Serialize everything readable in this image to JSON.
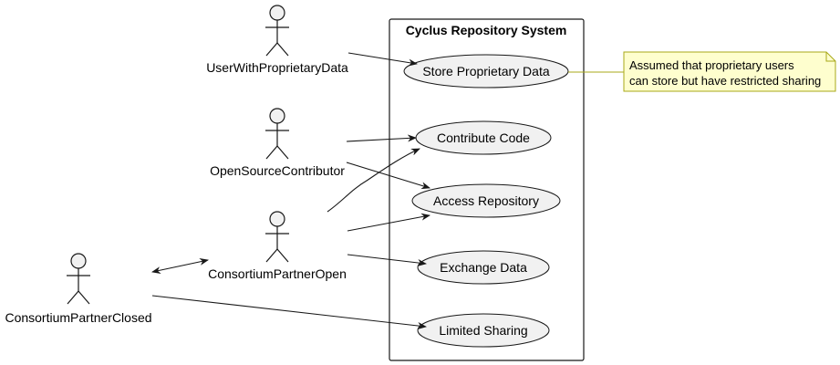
{
  "colors": {
    "actor_fill": "#f1f1f1",
    "usecase_fill": "#f1f1f1",
    "note_fill": "#fefece",
    "note_border": "#a8a818",
    "line": "#181818"
  },
  "system": {
    "title": "Cyclus Repository System"
  },
  "actors": {
    "user_with_proprietary_data": "UserWithProprietaryData",
    "open_source_contributor": "OpenSourceContributor",
    "consortium_partner_open": "ConsortiumPartnerOpen",
    "consortium_partner_closed": "ConsortiumPartnerClosed"
  },
  "usecases": {
    "store_proprietary_data": "Store Proprietary Data",
    "contribute_code": "Contribute Code",
    "access_repository": "Access Repository",
    "exchange_data": "Exchange Data",
    "limited_sharing": "Limited Sharing"
  },
  "note": {
    "line1": "Assumed that proprietary users",
    "line2": "can store but have restricted sharing"
  },
  "relations": [
    {
      "from": "UserWithProprietaryData",
      "to": "Store Proprietary Data"
    },
    {
      "from": "OpenSourceContributor",
      "to": "Contribute Code"
    },
    {
      "from": "OpenSourceContributor",
      "to": "Access Repository"
    },
    {
      "from": "ConsortiumPartnerOpen",
      "to": "Contribute Code"
    },
    {
      "from": "ConsortiumPartnerOpen",
      "to": "Access Repository"
    },
    {
      "from": "ConsortiumPartnerOpen",
      "to": "Exchange Data"
    },
    {
      "from": "ConsortiumPartnerClosed",
      "to": "ConsortiumPartnerOpen",
      "bidirectional": true
    },
    {
      "from": "ConsortiumPartnerClosed",
      "to": "Limited Sharing"
    }
  ]
}
